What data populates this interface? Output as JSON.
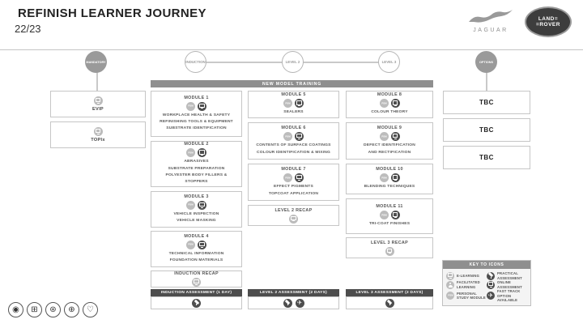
{
  "header": {
    "title": "REFINISH LEARNER JOURNEY",
    "season": "22/23",
    "jaguar_label": "JAGUAR",
    "landrover_line1": "LAND=",
    "landrover_line2": "=ROVER"
  },
  "nodes": {
    "mandatory": "MANDATORY",
    "induction": "INDUCTION",
    "level2": "LEVEL 2",
    "level3": "LEVEL 3",
    "options": "OPTIONS"
  },
  "banner": {
    "label": "NEW MODEL TRAINING"
  },
  "mandatory_column": {
    "items": [
      {
        "label": "EVIP"
      },
      {
        "label": "TOPIx"
      }
    ]
  },
  "induction_column": {
    "modules": [
      {
        "title": "MODULE 1",
        "text": "WORKPLACE HEALTH & SAFETY\nREFINISHING TOOLS & EQUIPMENT\nSUBSTRATE IDENTIFICATION"
      },
      {
        "title": "MODULE 2",
        "text": "ABRASIVES\nSUBSTRATE PREPARATION\nPOLYESTER BODY FILLERS & STOPPERS"
      },
      {
        "title": "MODULE 3",
        "text": "VEHICLE INSPECTION\nVEHICLE MASKING"
      },
      {
        "title": "MODULE 4",
        "text": "TECHNICAL INFORMATION\nFOUNDATION MATERIALS"
      }
    ],
    "recap": {
      "title": "INDUCTION RECAP"
    },
    "assessment": {
      "label": "INDUCTION ASSESSMENT (1 DAY)"
    }
  },
  "level2_column": {
    "modules": [
      {
        "title": "MODULE 5",
        "text": "SEALERS"
      },
      {
        "title": "MODULE 6",
        "text": "CONTENTS OF SURFACE COATINGS\nCOLOUR IDENTIFICATION & MIXING"
      },
      {
        "title": "MODULE 7",
        "text": "EFFECT PIGMENTS\nTOPCOAT APPLICATION"
      }
    ],
    "recap": {
      "title": "LEVEL 2 RECAP"
    },
    "assessment": {
      "label": "LEVEL 2 ASSESSMENT (2 DAYS)"
    }
  },
  "level3_column": {
    "modules": [
      {
        "title": "MODULE 8",
        "text": "COLOUR THEORY"
      },
      {
        "title": "MODULE 9",
        "text": "DEFECT IDENTIFICATION\nAND RECTIFICATION"
      },
      {
        "title": "MODULE 10",
        "text": "BLENDING TECHNIQUES"
      },
      {
        "title": "MODULE 11",
        "text": "TRI-COAT FINISHES"
      }
    ],
    "recap": {
      "title": "LEVEL 3 RECAP"
    },
    "assessment": {
      "label": "LEVEL 3 ASSESSMENT (2 DAYS)"
    }
  },
  "options_column": {
    "items": [
      {
        "label": "TBC"
      },
      {
        "label": "TBC"
      },
      {
        "label": "TBC"
      }
    ]
  },
  "legend": {
    "title": "KEY TO ICONS",
    "left": [
      {
        "label": "E-LEARNING",
        "icon": "e-learning"
      },
      {
        "label": "FACILITATED LEARNING",
        "icon": "facilitated-learning"
      },
      {
        "label": "PERSONAL STUDY MODULE",
        "icon": "personal-study-module"
      }
    ],
    "right": [
      {
        "label": "PRACTICAL ASSESSMENT",
        "icon": "practical-assessment"
      },
      {
        "label": "ONLINE ASSESSMENT",
        "icon": "online-assessment"
      },
      {
        "label": "FAST TRACK OPTION AVAILABLE",
        "icon": "fast-track-option-available"
      }
    ]
  },
  "footer_icons": [
    "fingerprint",
    "window",
    "globe",
    "wheel",
    "heart"
  ],
  "colors": {
    "node_gray": "#9a9a9a",
    "bar_gray": "#8f8f8f",
    "dark": "#4d4d4d",
    "light_icon": "#bcbcbc",
    "border": "#c6c6c6"
  }
}
